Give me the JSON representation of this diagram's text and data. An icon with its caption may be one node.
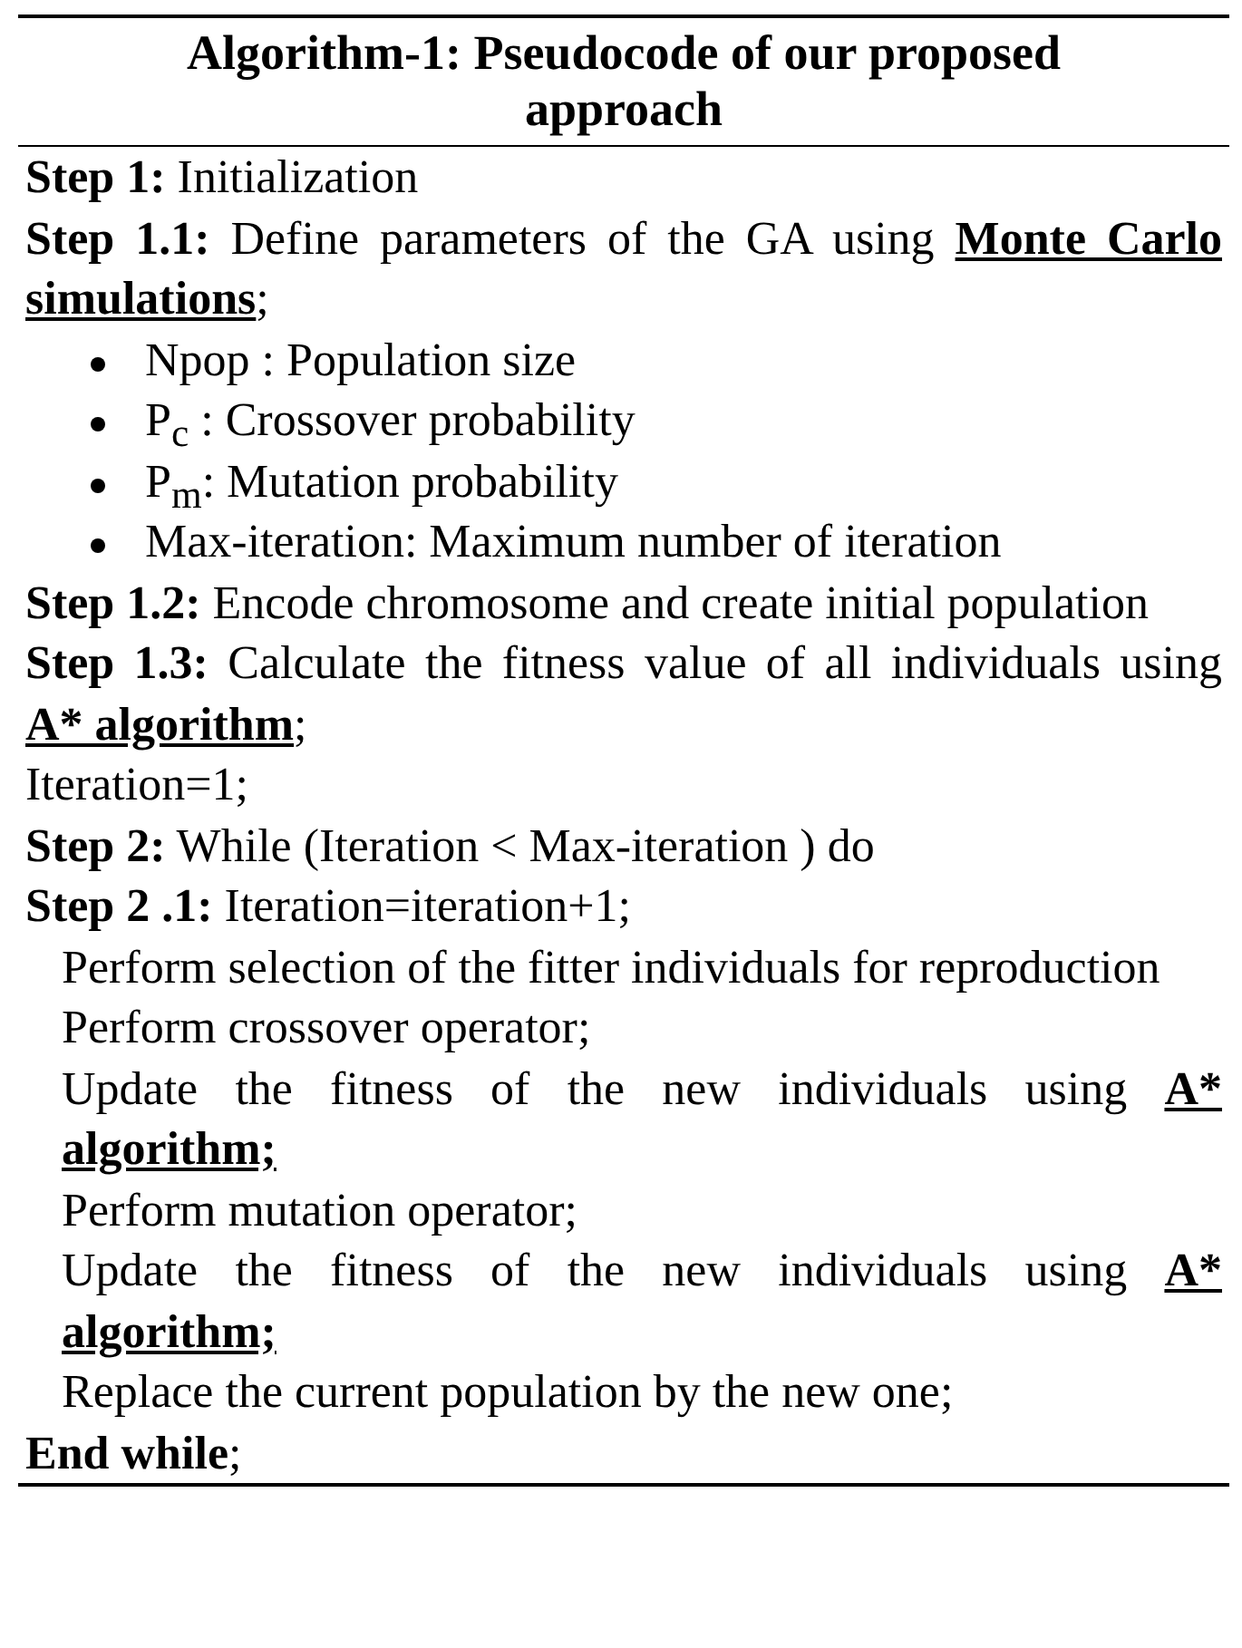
{
  "diagram": {
    "title": "Algorithm-1: Pseudocode of our proposed approach",
    "labels": [
      "**Step 1:** Initialization",
      "**Step 1.1:** Define parameters of the GA using **Monte Carlo simulations**;",
      "Npop : Population size",
      "P$_{c}$ : Crossover probability",
      "P$_{m}$: Mutation probability",
      "Max-iteration: Maximum number of iteration",
      "**Step 1.2:** Encode chromosome and create initial population",
      "**Step 1.3:** Calculate the fitness value of all individuals using **A* algorithm**;",
      "Iteration=1;",
      "**Step 2:** While (Iteration < Max-iteration ) do",
      "**Step 2 .1:** Iteration=iteration+1;",
      "Perform selection of the fitter individuals for reproduction",
      "Perform crossover operator;",
      "Update the fitness of the new individuals using **A* algorithm;**",
      "Perform mutation operator;",
      "Update the fitness of the new individuals using **A* algorithm;**",
      "Replace the current population by the new one;",
      "**End while**;"
    ]
  }
}
